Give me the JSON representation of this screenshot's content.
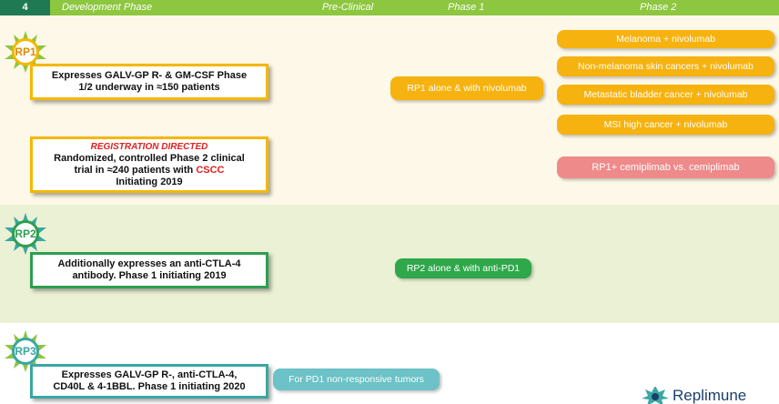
{
  "header": {
    "number": "4",
    "col_development": "Development Phase",
    "col_preclinical": "Pre-Clinical",
    "col_phase1": "Phase 1",
    "col_phase2": "Phase 2"
  },
  "rp1": {
    "badge": "RP1",
    "box1_text": "Expresses GALV-GP R- & GM-CSF Phase 1/2 underway in ≈150 patients",
    "box2_flag": "REGISTRATION DIRECTED",
    "box2_line1": "Randomized, controlled Phase 2 clinical",
    "box2_line2a": "trial in ≈240 patients with ",
    "box2_line2b": "CSCC",
    "box2_line3": "Initiating 2019",
    "phase1_pill": "RP1 alone & with nivolumab",
    "phase2_pills": [
      "Melanoma + nivolumab",
      "Non-melanoma skin cancers + nivolumab",
      "Metastatic bladder cancer + nivolumab",
      "MSI high cancer + nivolumab"
    ],
    "phase2_red_pill": "RP1+ cemiplimab vs. cemiplimab"
  },
  "rp2": {
    "badge": "RP2",
    "box_text": "Additionally expresses an anti-CTLA-4 antibody. Phase 1 initiating 2019",
    "phase1_pill": "RP2 alone & with anti-PD1"
  },
  "rp3": {
    "badge": "RP3",
    "box_text": "Expresses GALV-GP R-, anti-CTLA-4, CD40L & 4-1BBL. Phase 1 initiating 2020",
    "pill": "For PD1 non-responsive tumors"
  },
  "logo": {
    "text": "Replimune"
  },
  "colors": {
    "header_green": "#8dc63f",
    "rp1_accent": "#f5b800",
    "rp2_accent": "#2e9e4f",
    "rp3_accent": "#3aa7a3",
    "red_pill": "#ee8a8a",
    "cscc_red": "#e02020"
  }
}
